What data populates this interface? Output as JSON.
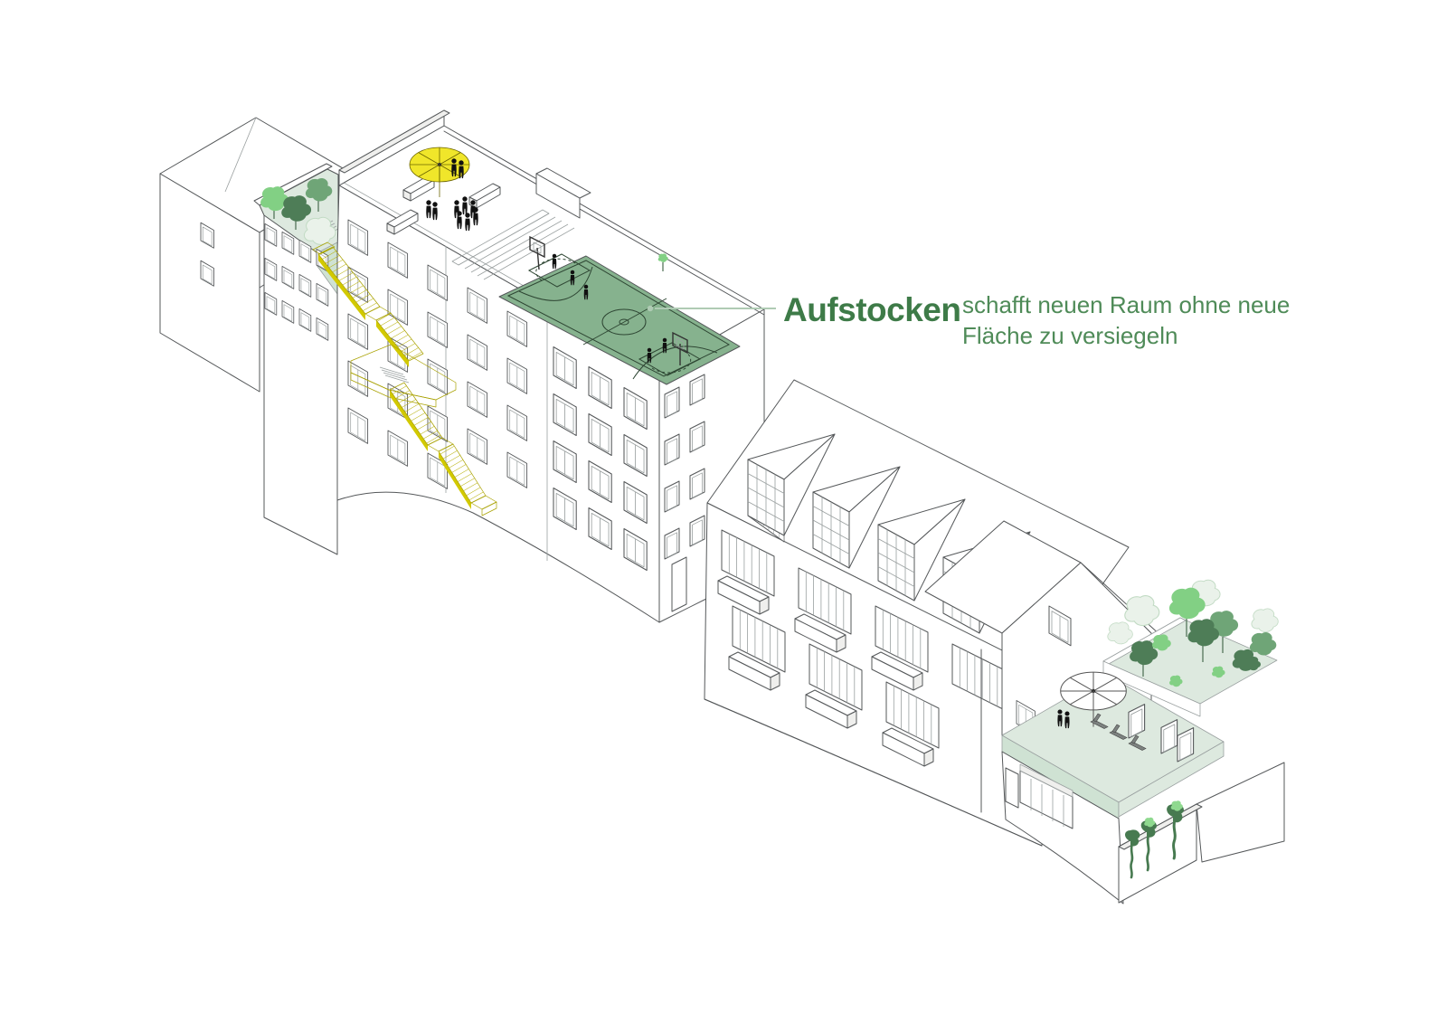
{
  "annotation": {
    "title": "Aufstocken",
    "subtitle_line1": "schafft neuen Raum ohne neue",
    "subtitle_line2": "Fläche zu versiegeln"
  },
  "colors": {
    "outline": "#55585a",
    "outline_light": "#9aa0a0",
    "face_shade": "#efefed",
    "shadow_grey": "#c5c9c5",
    "accent_yellow": "#f0e62a",
    "stair_yellow": "#e8e017",
    "stair_yellow_dark": "#d2c900",
    "court_green": "#86b28e",
    "court_line": "#2e4633",
    "pale_green": "#dde9df",
    "pale_green_wall": "#cfe2d3",
    "tree_dark": "#4e7d57",
    "tree_mid": "#6fa577",
    "tree_light": "#82d084",
    "tree_pale": "#eaf2ea",
    "tree_pale_stroke": "#c2dbc4",
    "vine_green": "#477a50",
    "vine_light": "#8fd98f",
    "people": "#111111",
    "leader": "#afcbb4",
    "text_green_dark": "#3e7b48",
    "text_green_mid": "#4f8b58"
  },
  "scene_elements": [
    "hipped-roof-building",
    "green-roof-with-trees",
    "main-building-with-rooftop-addition",
    "rooftop-terrace-with-umbrella",
    "rooftop-basketball-court",
    "external-yellow-staircase",
    "sawtooth-factory-building",
    "gable-house-with-roof-garden",
    "roof-terrace-with-sun-loungers",
    "vine-planter-wall"
  ]
}
